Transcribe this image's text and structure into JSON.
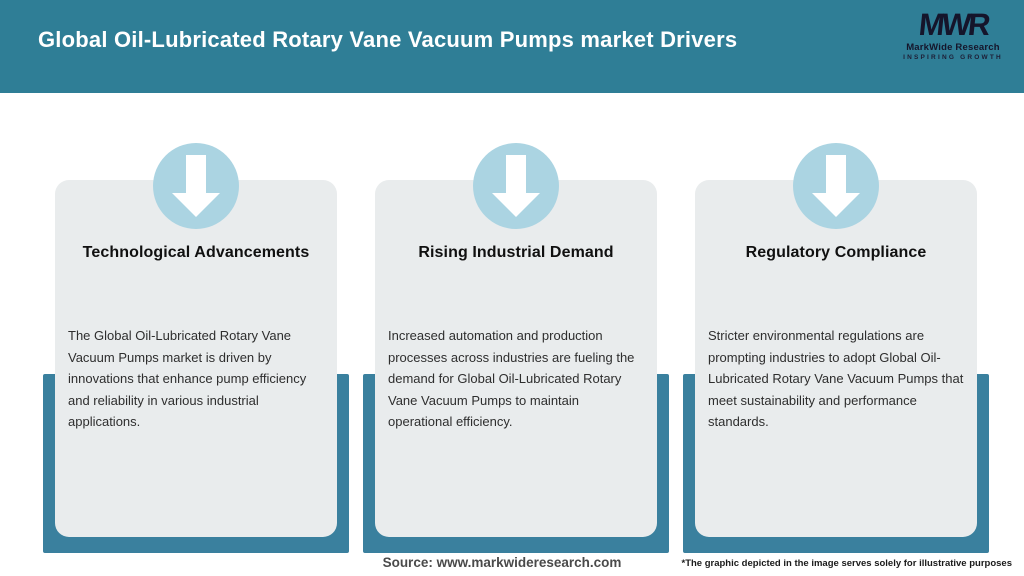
{
  "header": {
    "title": "Global Oil-Lubricated Rotary Vane Vacuum Pumps market Drivers",
    "logo": {
      "monogram": "MWR",
      "name": "MarkWide Research",
      "tagline": "INSPIRING GROWTH"
    }
  },
  "cards": [
    {
      "icon": "down-arrow",
      "title": "Technological Advancements",
      "description": "The Global Oil-Lubricated Rotary Vane Vacuum Pumps market is driven by innovations that enhance pump efficiency and reliability in various industrial applications."
    },
    {
      "icon": "down-arrow",
      "title": "Rising Industrial Demand",
      "description": "Increased automation and production processes across industries are fueling the demand for Global Oil-Lubricated Rotary Vane Vacuum Pumps to maintain operational efficiency."
    },
    {
      "icon": "down-arrow",
      "title": "Regulatory Compliance",
      "description": "Stricter environmental regulations are prompting industries to adopt Global Oil-Lubricated Rotary Vane Vacuum Pumps that meet sustainability and performance standards."
    }
  ],
  "footer": {
    "source": "Source: www.markwideresearch.com",
    "disclaimer": "*The graphic depicted in the image serves solely for illustrative purposes"
  },
  "colors": {
    "header_bg": "#2f7e96",
    "bar": "#3a809e",
    "card_bg": "#e9eced",
    "circle": "#abd4e2",
    "arrow": "#ffffff",
    "title_text": "#ffffff",
    "logo_text": "#15152b"
  }
}
